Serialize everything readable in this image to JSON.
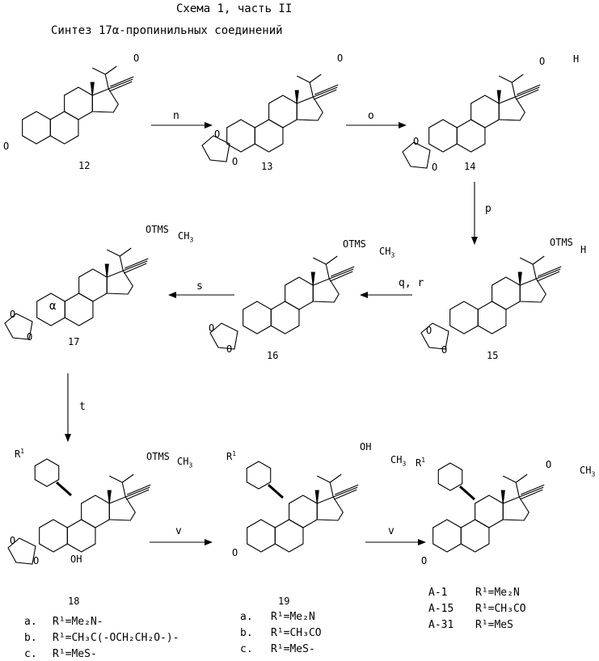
{
  "title_line1": "Схема 1, часть II",
  "title_line2": "Синтез 17α-пропинильных соединений",
  "arrows": {
    "n": "n",
    "o": "o",
    "p": "p",
    "qr": "q, r",
    "s": "s",
    "t": "t",
    "v1": "v",
    "v2": "v"
  },
  "compounds": {
    "c12": "12",
    "c13": "13",
    "c14": "14",
    "c15": "15",
    "c16": "16",
    "c17": "17",
    "c18": "18",
    "c19": "19"
  },
  "atom_labels": {
    "O": "O",
    "H": "H",
    "OTMS": "OTMS",
    "CH3": "CH",
    "sub3": "3",
    "OH": "OH",
    "alpha": "α",
    "R": "R",
    "sup1": "1"
  },
  "legend18": [
    {
      "key": "a.",
      "text": "R¹=Me₂N-"
    },
    {
      "key": "b.",
      "text": "R¹=CH₃C(-OCH₂CH₂O-)-"
    },
    {
      "key": "c.",
      "text": "R¹=MeS-"
    }
  ],
  "legend19": [
    {
      "key": "a.",
      "text": "R¹=Me₂N"
    },
    {
      "key": "b.",
      "text": "R¹=CH₃CO"
    },
    {
      "key": "c.",
      "text": "R¹=MeS-"
    }
  ],
  "legendA": [
    {
      "key": "A-1",
      "text": "R¹=Me₂N"
    },
    {
      "key": "A-15",
      "text": "R¹=CH₃CO"
    },
    {
      "key": "A-31",
      "text": "R¹=MeS"
    }
  ]
}
